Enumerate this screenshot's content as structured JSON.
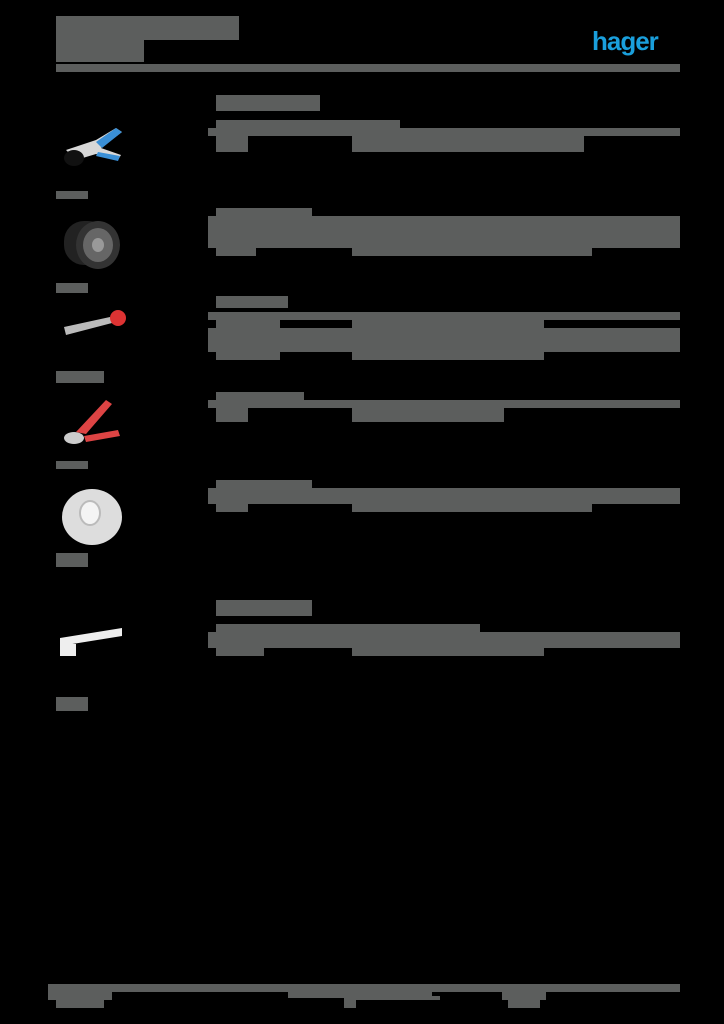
{
  "header": {
    "title_redacted": true,
    "subtitle_redacted": true,
    "logo_text": "hager",
    "logo_color": "#1a9fdc"
  },
  "colors": {
    "background": "#000000",
    "redaction": "#5c5e5d"
  },
  "sections": [
    {
      "heading_redacted": true,
      "products": [
        {
          "image": "blue-handled-cutting-pliers",
          "label_redacted": true,
          "rows_redacted": true
        },
        {
          "image": "black-cylindrical-roller",
          "label_redacted": true,
          "rows_redacted": true
        },
        {
          "image": "metal-rod-with-red-knob",
          "label_redacted": true,
          "rows_redacted": true
        },
        {
          "image": "red-handled-crimping-pliers",
          "label_redacted": true,
          "rows_redacted": true
        },
        {
          "image": "white-cylindrical-roller",
          "label_redacted": true,
          "rows_redacted": true
        }
      ]
    },
    {
      "heading_redacted": true,
      "products": [
        {
          "image": "white-notched-strip",
          "label_redacted": true,
          "rows_redacted": true
        }
      ]
    }
  ],
  "footer": {
    "redacted": true
  }
}
